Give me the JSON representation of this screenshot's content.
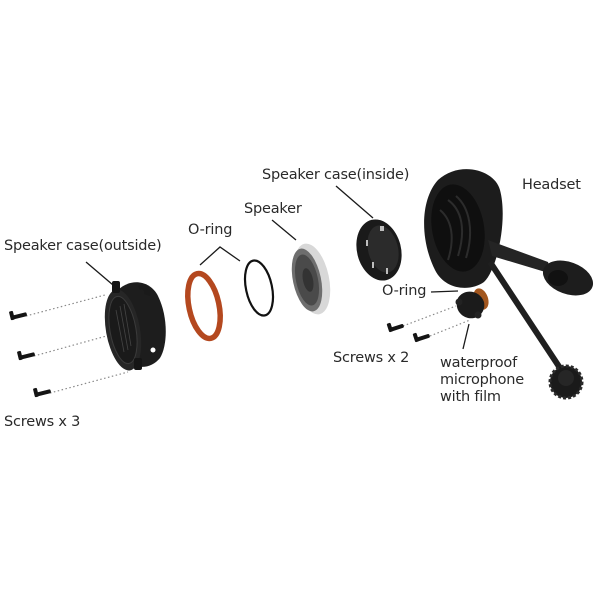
{
  "diagram": {
    "type": "exploded-view",
    "subject": "Headset speaker and microphone assembly",
    "colors": {
      "background": "#ffffff",
      "text": "#2a2a2a",
      "part_dark": "#1c1c1c",
      "o_ring_orange": "#b4481f",
      "o_ring_black": "#111111",
      "speaker_metal": "#c9c9c9",
      "dotted_guides": "#8a8a8a"
    },
    "labels": {
      "headset": "Headset",
      "speaker_case_inside": "Speaker case(inside)",
      "speaker": "Speaker",
      "o_ring_speaker": "O-ring",
      "speaker_case_outside": "Speaker case(outside)",
      "o_ring_mic": "O-ring",
      "screws_x2": "Screws x 2",
      "waterproof_microphone": "waterproof\nmicrophone\nwith film",
      "screws_x3": "Screws x 3"
    },
    "parts": [
      {
        "id": "screws-3",
        "name": "Screws x 3",
        "count": 3
      },
      {
        "id": "speaker-case-outside",
        "name": "Speaker case(outside)"
      },
      {
        "id": "o-ring-orange",
        "name": "O-ring"
      },
      {
        "id": "o-ring-black",
        "name": "O-ring"
      },
      {
        "id": "speaker",
        "name": "Speaker"
      },
      {
        "id": "speaker-case-inside",
        "name": "Speaker case(inside)"
      },
      {
        "id": "headset",
        "name": "Headset"
      },
      {
        "id": "o-ring-mic",
        "name": "O-ring"
      },
      {
        "id": "microphone",
        "name": "waterproof microphone with film"
      },
      {
        "id": "screws-2",
        "name": "Screws x 2",
        "count": 2
      }
    ]
  }
}
